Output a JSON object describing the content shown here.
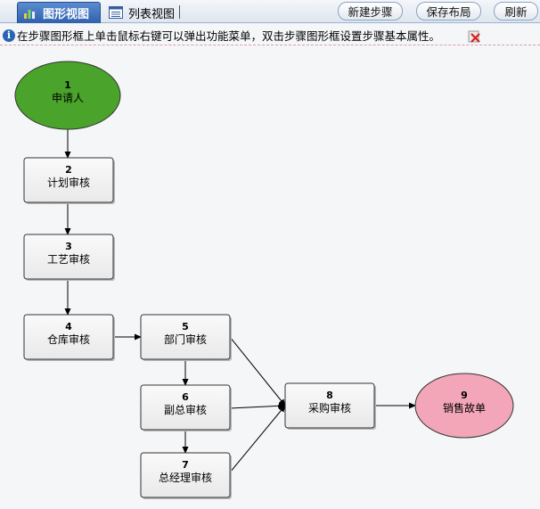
{
  "toolbar": {
    "tab_graph": "图形视图",
    "tab_list": "列表视图",
    "new_step": "新建步骤",
    "save_layout": "保存布局",
    "refresh": "刷新"
  },
  "info": {
    "text": "在步骤图形框上单击鼠标右键可以弹出功能菜单，双击步骤图形框设置步骤基本属性。"
  },
  "flow": {
    "nodes": [
      {
        "id": "1",
        "label": "申请人",
        "shape": "ellipse",
        "color": "#4aa32a"
      },
      {
        "id": "2",
        "label": "计划审核",
        "shape": "rect"
      },
      {
        "id": "3",
        "label": "工艺审核",
        "shape": "rect"
      },
      {
        "id": "4",
        "label": "仓库审核",
        "shape": "rect"
      },
      {
        "id": "5",
        "label": "部门审核",
        "shape": "rect"
      },
      {
        "id": "6",
        "label": "副总审核",
        "shape": "rect"
      },
      {
        "id": "7",
        "label": "总经理审核",
        "shape": "rect"
      },
      {
        "id": "8",
        "label": "采购审核",
        "shape": "rect"
      },
      {
        "id": "9",
        "label": "销售故单",
        "shape": "ellipse",
        "color": "#f2a6b8"
      }
    ],
    "edges": [
      [
        "1",
        "2"
      ],
      [
        "2",
        "3"
      ],
      [
        "3",
        "4"
      ],
      [
        "4",
        "5"
      ],
      [
        "5",
        "6"
      ],
      [
        "6",
        "7"
      ],
      [
        "5",
        "8"
      ],
      [
        "6",
        "8"
      ],
      [
        "7",
        "8"
      ],
      [
        "8",
        "9"
      ]
    ]
  }
}
